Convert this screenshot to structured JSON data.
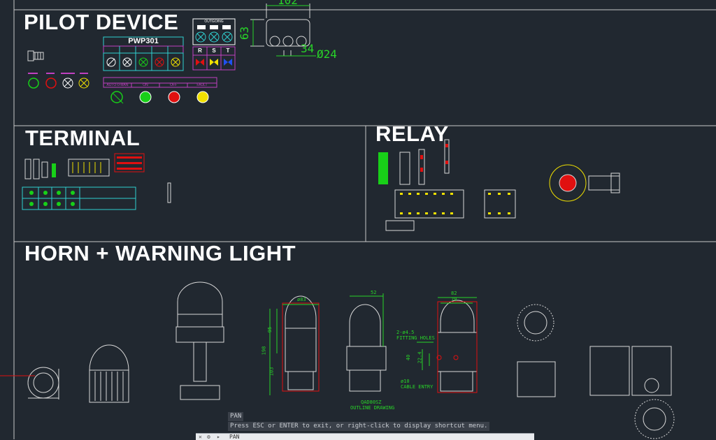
{
  "sections": {
    "pilot_device": "PILOT DEVICE",
    "terminal": "TERMINAL",
    "relay": "RELAY",
    "horn_warning_light": "HORN + WARNING LIGHT"
  },
  "pilot": {
    "pwp_label": "PWP301",
    "outgoing_label": "OUTGOING",
    "phases": [
      "R",
      "S",
      "T"
    ],
    "auto_labels": [
      "AUTO-0-MAN",
      "ON",
      "OFF",
      "FAULT"
    ]
  },
  "dims": {
    "width_102": "102",
    "height_63": "63",
    "d34": "34",
    "dia24": "Ø24",
    "w83": "ø83",
    "h95": "95",
    "h198": "198",
    "h103": "103",
    "w52": "52",
    "w82": "82",
    "w70": "70",
    "fitting": "2-ø4.5",
    "fitting2": "FITTING HOLES",
    "d40": "40",
    "d224": "22.4",
    "cable": "ø10",
    "cable2": "CABLE ENTRY",
    "model": "QAD80SZ",
    "outline": "OUTLINE DRAWING"
  },
  "command": {
    "history_1": "PAN",
    "history_2": "Press ESC or ENTER to exit, or right-click to display shortcut menu.",
    "prompt_icon": "command-prompt-icon",
    "input": "PAN"
  },
  "colors": {
    "background": "#212830",
    "frame": "#c8c8c8",
    "dimension": "#28d428",
    "red": "#e01010",
    "green": "#18d018",
    "yellow": "#f0e000",
    "cyan": "#30d0d0",
    "magenta": "#c040c0"
  }
}
